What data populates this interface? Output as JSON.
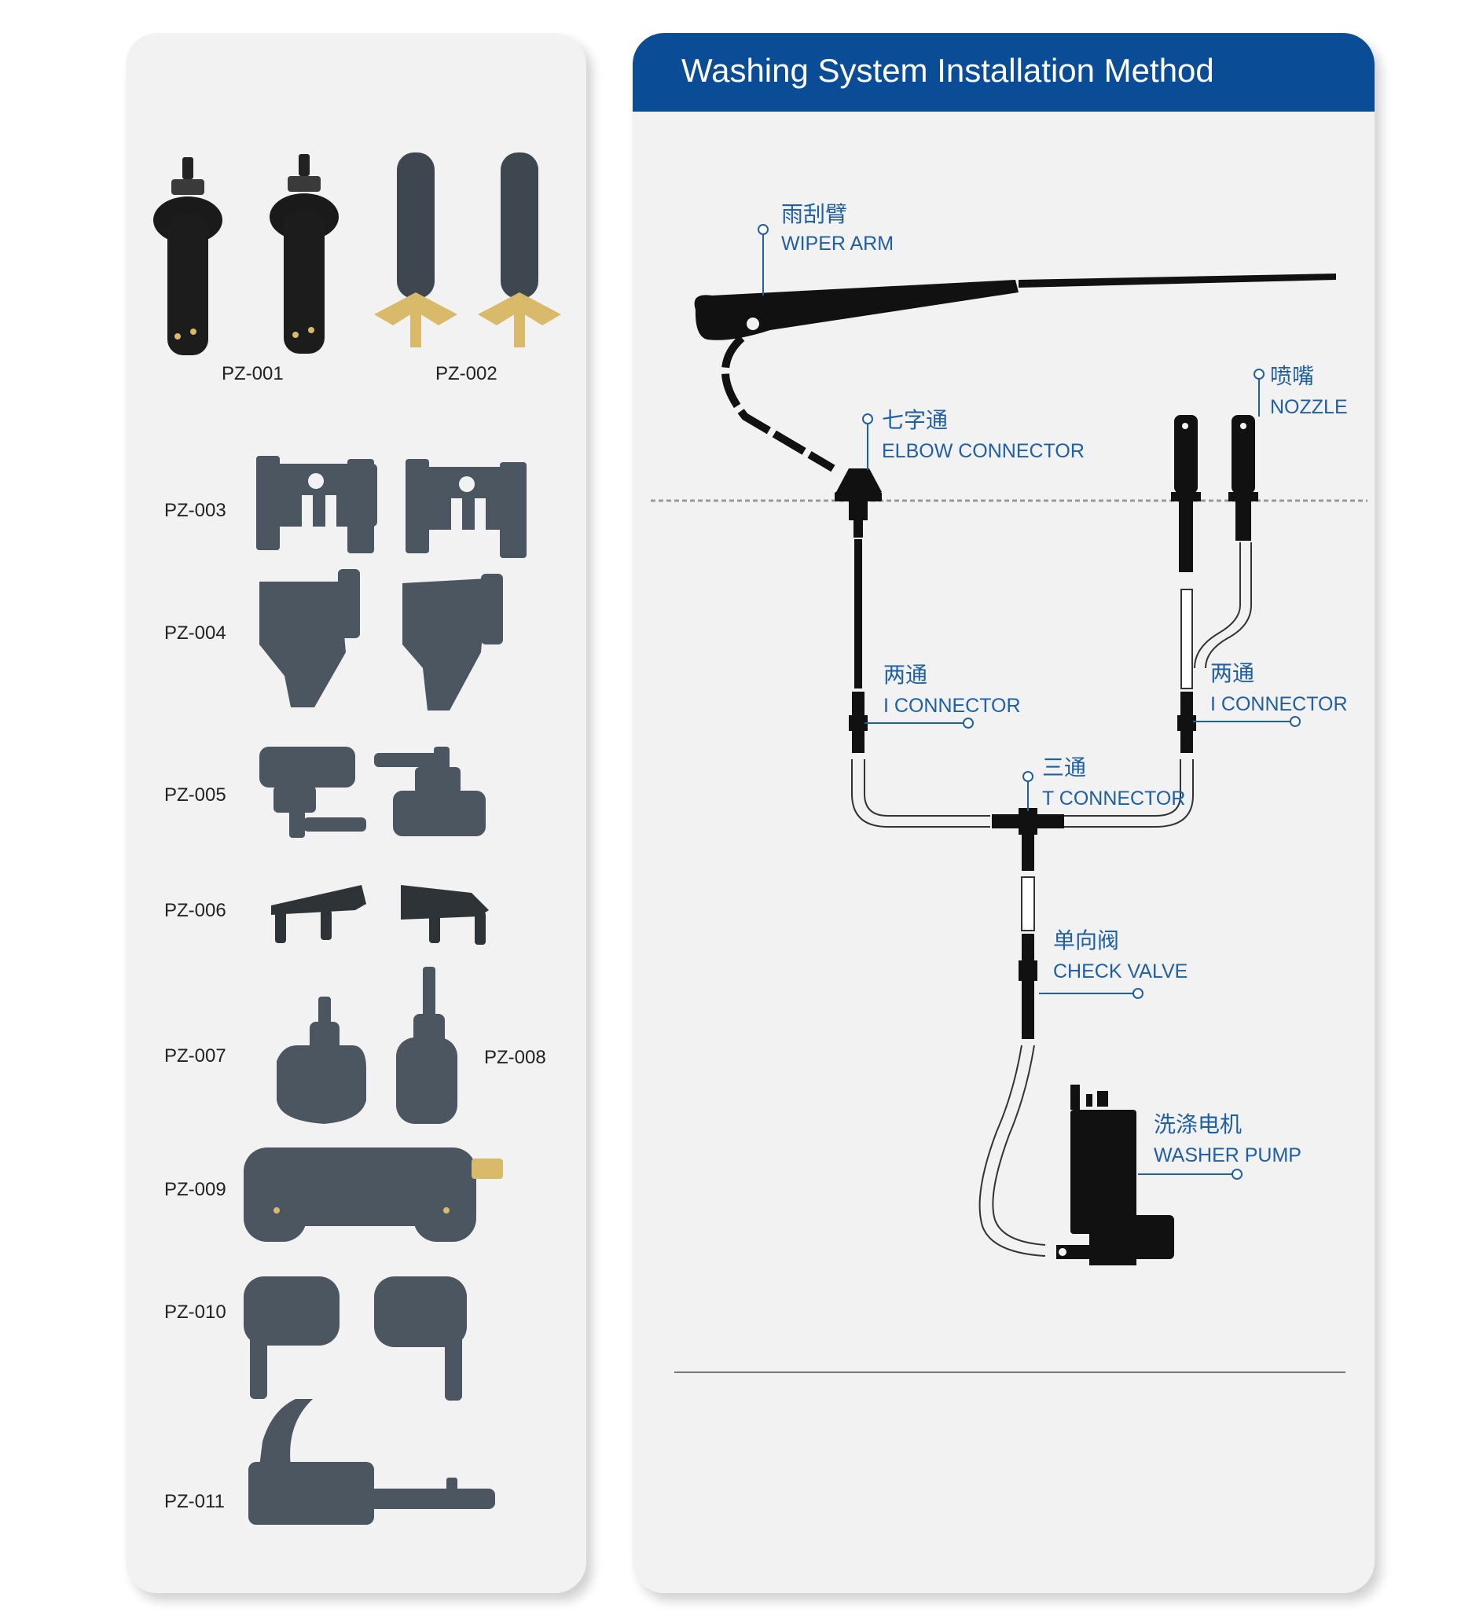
{
  "header": {
    "title": "Washing System Installation Method"
  },
  "parts": [
    {
      "code": "PZ-001"
    },
    {
      "code": "PZ-002"
    },
    {
      "code": "PZ-003"
    },
    {
      "code": "PZ-004"
    },
    {
      "code": "PZ-005"
    },
    {
      "code": "PZ-006"
    },
    {
      "code": "PZ-007"
    },
    {
      "code": "PZ-008"
    },
    {
      "code": "PZ-009"
    },
    {
      "code": "PZ-010"
    },
    {
      "code": "PZ-011"
    }
  ],
  "diagram": {
    "wiper_arm": {
      "zh": "雨刮臂",
      "en": "WIPER ARM"
    },
    "nozzle": {
      "zh": "喷嘴",
      "en": "NOZZLE"
    },
    "elbow_connector": {
      "zh": "七字通",
      "en": "ELBOW CONNECTOR"
    },
    "i_connector_left": {
      "zh": "两通",
      "en": "I CONNECTOR"
    },
    "i_connector_right": {
      "zh": "两通",
      "en": "I CONNECTOR"
    },
    "t_connector": {
      "zh": "三通",
      "en": "T CONNECTOR"
    },
    "check_valve": {
      "zh": "单向阀",
      "en": "CHECK VALVE"
    },
    "washer_pump": {
      "zh": "洗涤电机",
      "en": "WASHER PUMP"
    }
  },
  "colors": {
    "header_blue": "#0b4c96",
    "label_blue": "#1f5fa6",
    "part_gray": "#4c5660",
    "brass": "#d9b96a",
    "panel": "#f2f2f2"
  }
}
